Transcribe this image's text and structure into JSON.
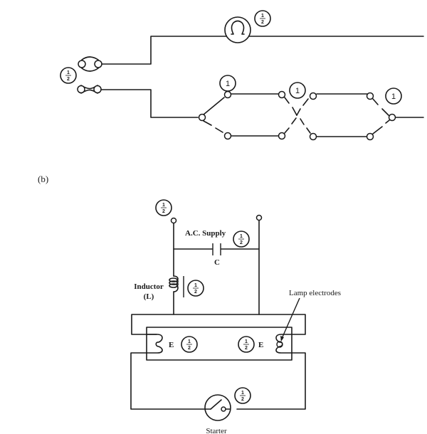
{
  "diagram_a": {
    "left_mark": "½",
    "lamp_mark": "½",
    "switch_marks": [
      "1",
      "1",
      "1"
    ],
    "mark_fraction": {
      "num": "1",
      "den": "2"
    }
  },
  "part_b_label": "(b)",
  "diagram_b": {
    "ac_supply_label": "A.C. Supply",
    "capacitor_label": "C",
    "inductor_label_line1": "Inductor",
    "inductor_label_line2": "(L)",
    "lamp_electrodes_label": "Lamp electrodes",
    "electrode_left_label": "E",
    "electrode_right_label": "E",
    "starter_label": "Starter",
    "mark_fraction": {
      "num": "1",
      "den": "2"
    }
  }
}
